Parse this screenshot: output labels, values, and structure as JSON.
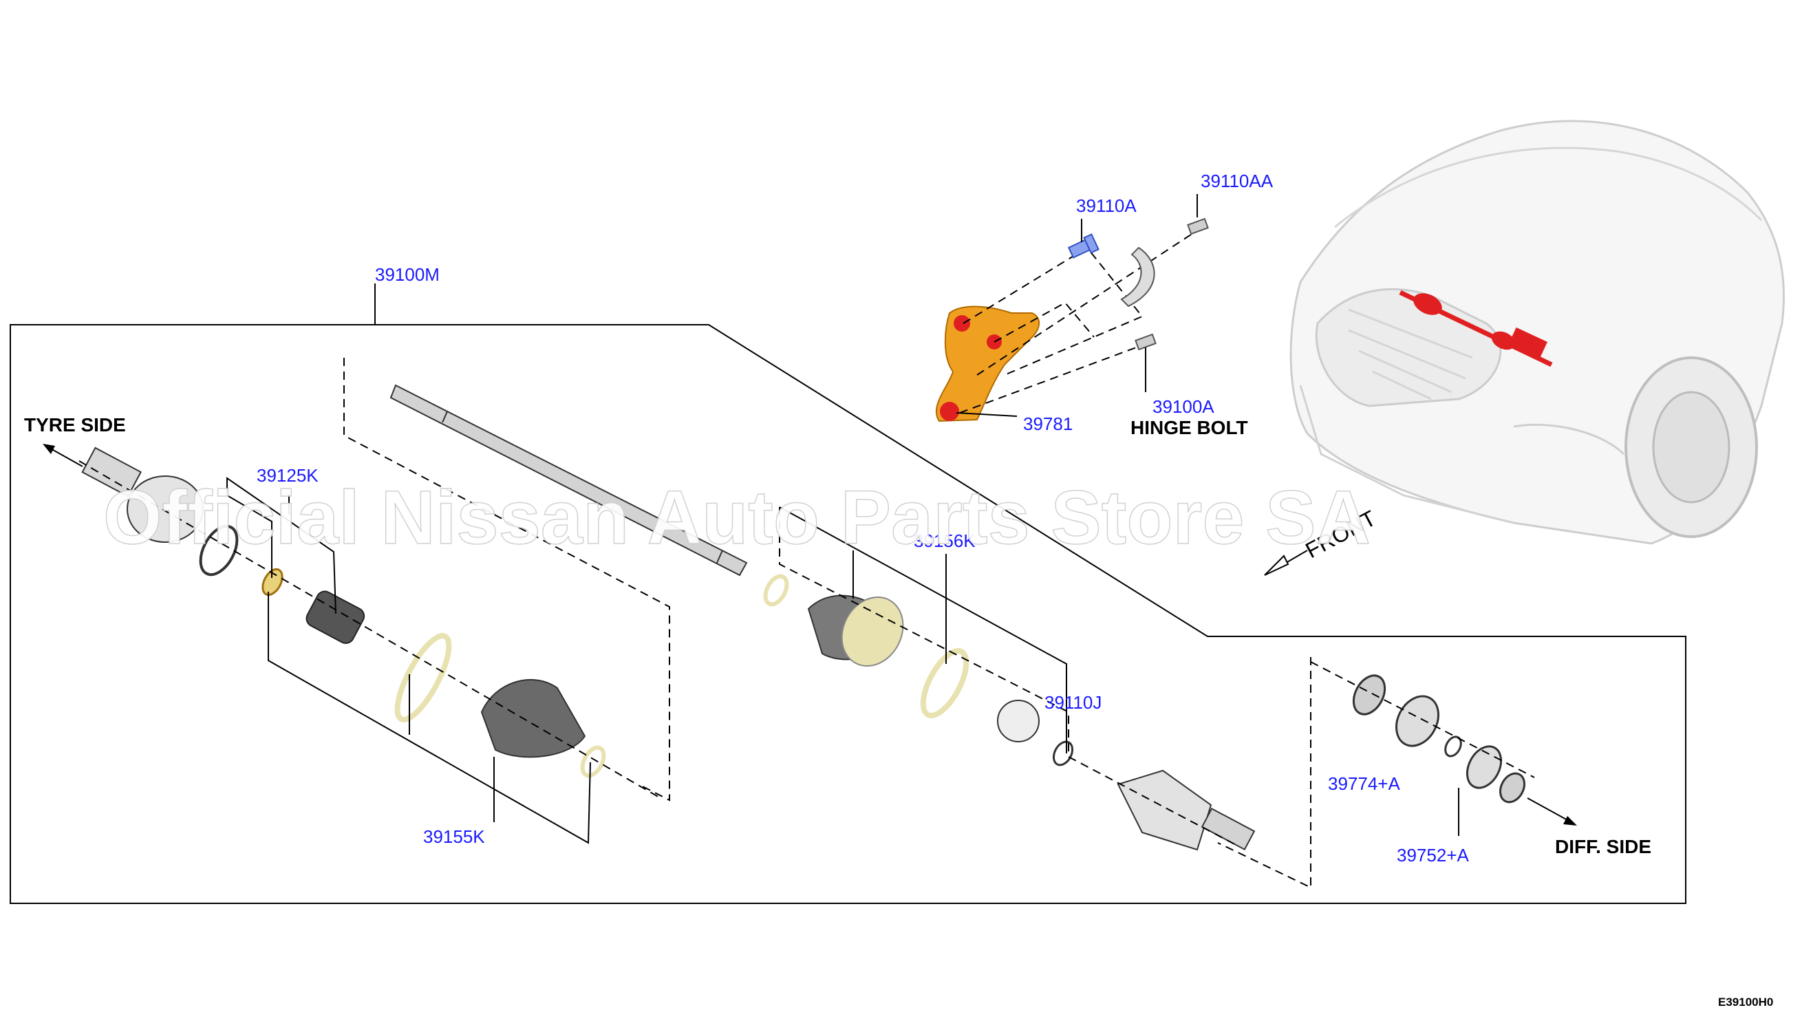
{
  "diagram": {
    "code": "E39100H0",
    "watermark": "Official   Nissan   Auto   Parts   Store SA",
    "captions": {
      "tyre_side": "TYRE SIDE",
      "diff_side": "DIFF. SIDE",
      "hinge_bolt": "HINGE BOLT",
      "front": "FRONT"
    },
    "labels": {
      "p39100M": "39100M",
      "p39110A": "39110A",
      "p39110AA": "39110AA",
      "p39100A": "39100A",
      "p39781": "39781",
      "p39125K": "39125K",
      "p39156K": "39156K",
      "p39110J": "39110J",
      "p39155K": "39155K",
      "p39774A": "39774+A",
      "p39752A": "39752+A"
    },
    "colors": {
      "label": "#1a1aff",
      "bracket": "#f0a020",
      "bracket_hole": "#e02020",
      "shaft_highlight": "#e02020",
      "boot": "#6a6a6a",
      "clamp": "#e8e2b0",
      "metal": "#d9d9d9"
    }
  }
}
